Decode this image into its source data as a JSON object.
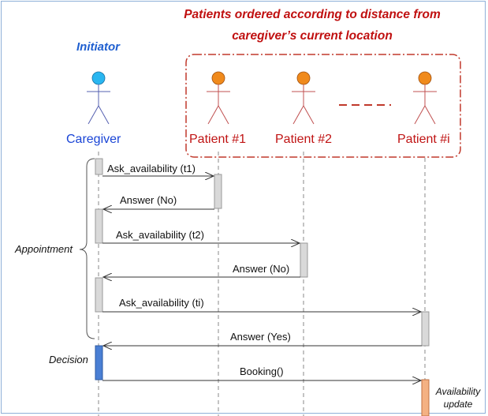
{
  "diagram": {
    "title_line1": "Patients ordered according to distance from",
    "title_line2": "caregiver’s current location",
    "initiator_label": "Initiator",
    "actors": {
      "caregiver": "Caregiver",
      "patient1": "Patient #1",
      "patient2": "Patient #2",
      "patienti": "Patient #i"
    },
    "messages": {
      "ask_t1": "Ask_availability (t1)",
      "answer_no_1": "Answer (No)",
      "ask_t2": "Ask_availability (t2)",
      "answer_no_2": "Answer (No)",
      "ask_ti": "Ask_availability (ti)",
      "answer_yes": "Answer (Yes)",
      "booking": "Booking()"
    },
    "side_labels": {
      "appointment": "Appointment",
      "decision": "Decision"
    },
    "note": {
      "line1": "Availability",
      "line2": "update"
    }
  },
  "colors": {
    "caregiver_head": "#29b6f0",
    "patient_head": "#f08a1c",
    "title_red": "#c01010",
    "group_border": "#c0392b",
    "decision_bar": "#4a7fd4",
    "update_bar": "#f4b183"
  }
}
